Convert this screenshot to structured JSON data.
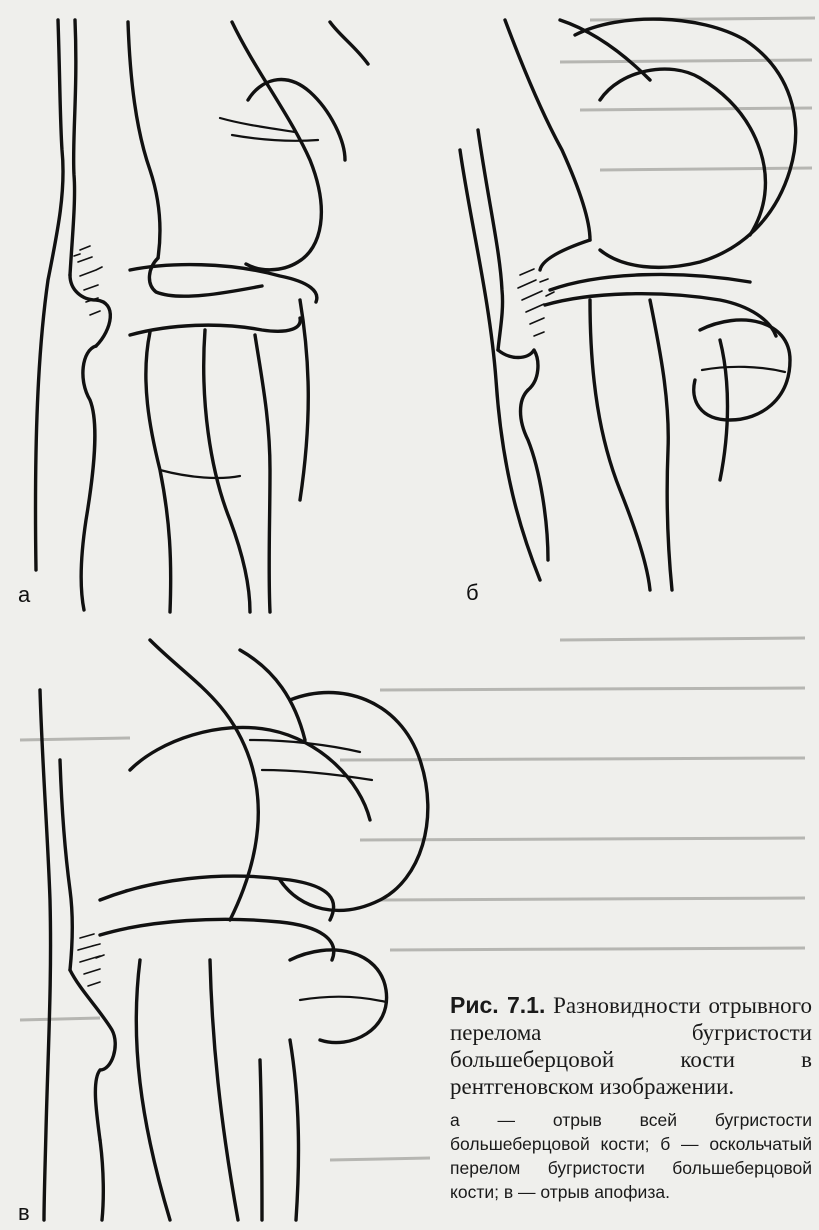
{
  "figure": {
    "labels": [
      "а",
      "б",
      "в"
    ],
    "caption_number": "Рис. 7.1.",
    "caption_title": "Разновидности отрывного перелома бугристости большеберцовой кости в рентгеновском изображении.",
    "legend": "а — отрыв всей бугристости большеберцовой кости; б — оскольчатый перелом бугристости большеберцовой кости; в — отрыв апофиза."
  }
}
